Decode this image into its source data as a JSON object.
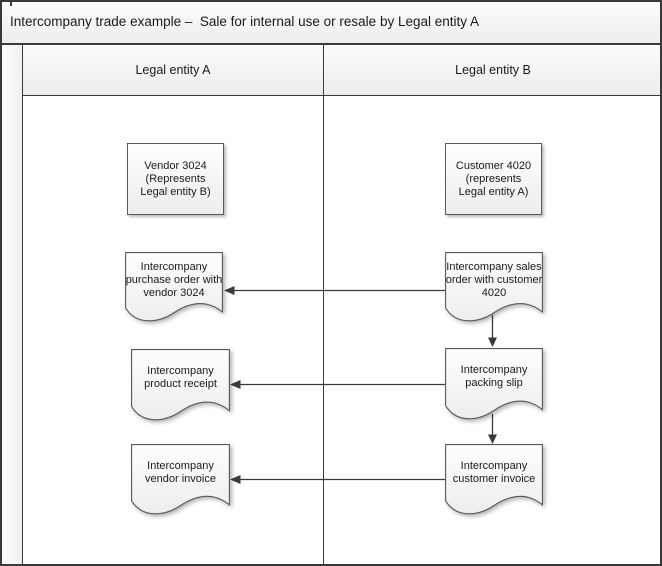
{
  "title": {
    "text": "Intercompany trade example –  Sale for internal use or resale by Legal entity A"
  },
  "lanes": [
    {
      "label": "Legal entity A"
    },
    {
      "label": "Legal entity B"
    }
  ],
  "nodes": {
    "vendor": {
      "type": "process",
      "lane": "Legal entity A",
      "text": "Vendor 3024\n(Represents\nLegal entity B)"
    },
    "customer": {
      "type": "process",
      "lane": "Legal entity B",
      "text": "Customer 4020\n(represents\nLegal entity A)"
    },
    "purchase_order": {
      "type": "document",
      "lane": "Legal entity A",
      "text": "Intercompany\npurchase order with\nvendor 3024"
    },
    "sales_order": {
      "type": "document",
      "lane": "Legal entity B",
      "text": "Intercompany sales\norder with customer\n4020"
    },
    "product_receipt": {
      "type": "document",
      "lane": "Legal entity A",
      "text": "Intercompany\nproduct receipt"
    },
    "packing_slip": {
      "type": "document",
      "lane": "Legal entity B",
      "text": "Intercompany\npacking slip"
    },
    "vendor_invoice": {
      "type": "document",
      "lane": "Legal entity A",
      "text": "Intercompany\nvendor invoice"
    },
    "customer_invoice": {
      "type": "document",
      "lane": "Legal entity B",
      "text": "Intercompany\ncustomer invoice"
    }
  },
  "edges": [
    {
      "from": "sales_order",
      "to": "purchase_order",
      "direction": "left"
    },
    {
      "from": "sales_order",
      "to": "packing_slip",
      "direction": "down"
    },
    {
      "from": "packing_slip",
      "to": "product_receipt",
      "direction": "left"
    },
    {
      "from": "packing_slip",
      "to": "customer_invoice",
      "direction": "down"
    },
    {
      "from": "customer_invoice",
      "to": "vendor_invoice",
      "direction": "left"
    }
  ],
  "colors": {
    "line": "#3a3a3a",
    "shape_border": "#595959",
    "shape_fill_top": "#fefefe",
    "shape_fill_bottom": "#ededed",
    "band_fill_top": "#fcfcfc",
    "band_fill_bottom": "#ececec",
    "text": "#1a1a1a",
    "background": "#ffffff"
  }
}
